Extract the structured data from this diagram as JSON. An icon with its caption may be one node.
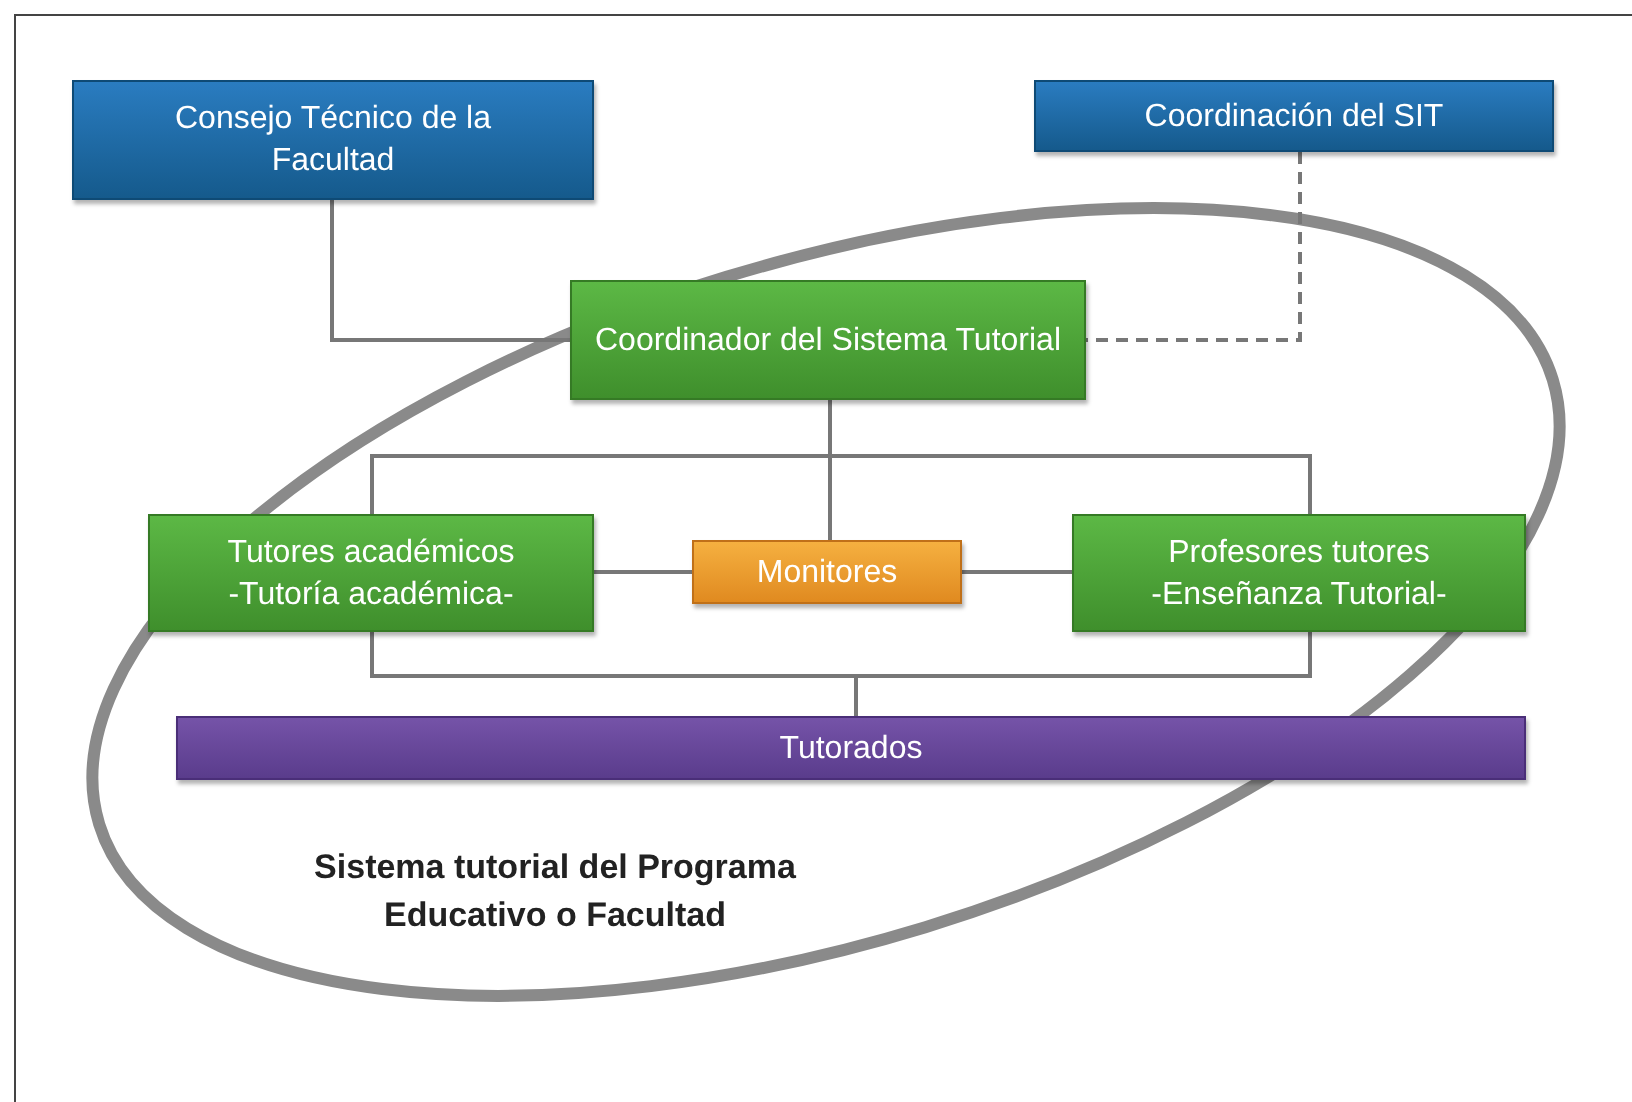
{
  "diagram": {
    "nodes": [
      {
        "text": [
          "Consejo Técnico de la Facultad"
        ]
      },
      {
        "text": [
          "Coordinación del SIT"
        ]
      },
      {
        "text": [
          "Coordinador del Sistema Tutorial"
        ]
      },
      {
        "text": [
          "Tutores académicos",
          "-Tutoría académica-"
        ]
      },
      {
        "text": [
          "Monitores"
        ]
      },
      {
        "text": [
          "Profesores tutores",
          "-Enseñanza Tutorial-"
        ]
      },
      {
        "text": [
          "Tutorados"
        ]
      }
    ],
    "labels": [
      "Sistema tutorial del Programa Educativo o Facultad"
    ],
    "edges": [
      {
        "from": 0,
        "to": 2,
        "arrow": "none"
      },
      {
        "from": 1,
        "to": 2,
        "arrow": "none",
        "style": "dashed"
      },
      {
        "from": 2,
        "to": 3,
        "arrow": "none"
      },
      {
        "from": 2,
        "to": 4,
        "arrow": "none"
      },
      {
        "from": 2,
        "to": 5,
        "arrow": "none"
      },
      {
        "from": 3,
        "to": 4,
        "arrow": "none"
      },
      {
        "from": 4,
        "to": 5,
        "arrow": "none"
      },
      {
        "from": 3,
        "to": 6,
        "arrow": "none"
      },
      {
        "from": 5,
        "to": 6,
        "arrow": "none"
      }
    ]
  }
}
